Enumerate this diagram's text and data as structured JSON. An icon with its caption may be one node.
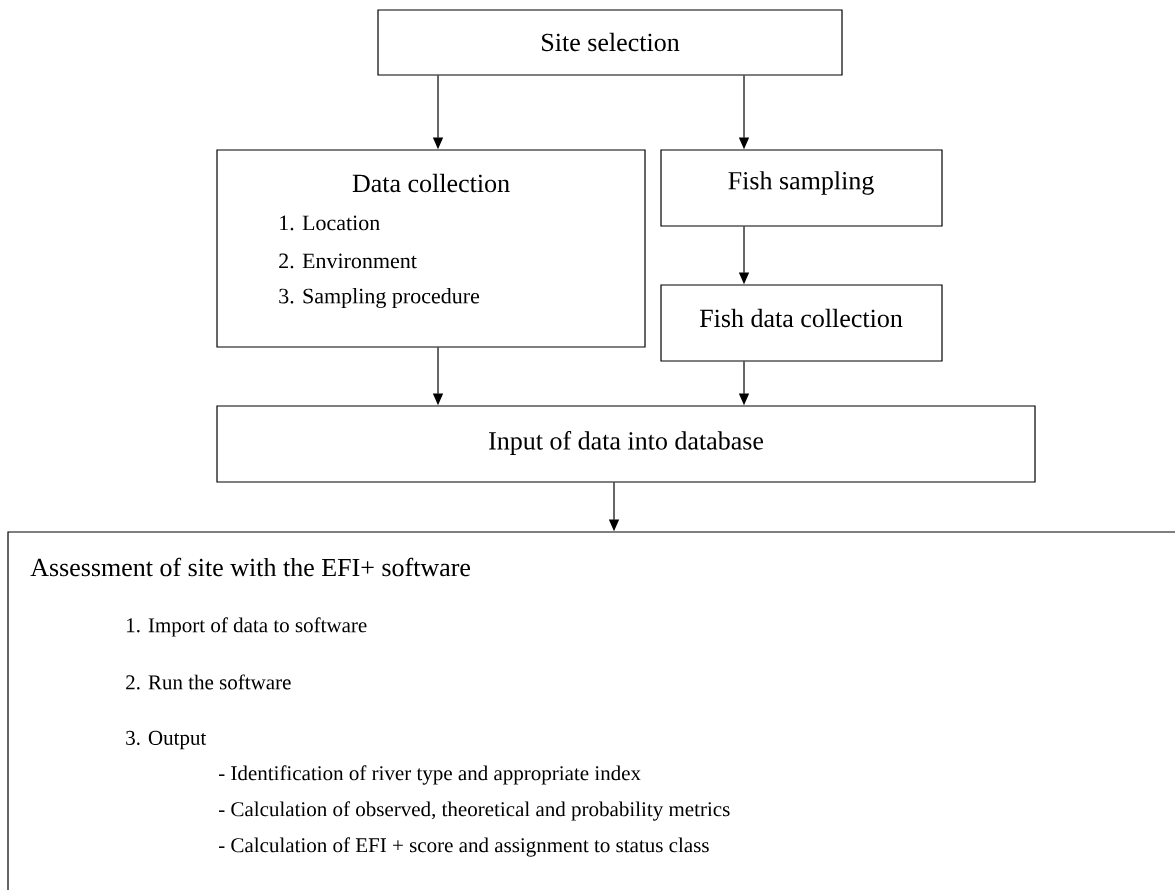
{
  "diagram": {
    "nodes": [
      {
        "text": [
          "Site selection"
        ]
      },
      {
        "text": [
          "Data collection",
          "1. Location",
          "2. Environment",
          "3. Sampling procedure"
        ]
      },
      {
        "text": [
          "Fish sampling"
        ]
      },
      {
        "text": [
          "Fish data collection"
        ]
      },
      {
        "text": [
          "Input of data into database"
        ]
      },
      {
        "text": [
          "Assessment of site with the EFI+ software",
          "1. Import of data to software",
          "2. Run the software",
          "3. Output",
          "- Identification of river type and appropriate index",
          "- Calculation of observed, theoretical and probability metrics",
          "- Calculation of EFI + score and assignment to status class"
        ]
      }
    ],
    "edges": [
      {
        "from": 0,
        "to": 1,
        "arrow": "to"
      },
      {
        "from": 0,
        "to": 2,
        "arrow": "to"
      },
      {
        "from": 2,
        "to": 3,
        "arrow": "to"
      },
      {
        "from": 1,
        "to": 4,
        "arrow": "to"
      },
      {
        "from": 3,
        "to": 4,
        "arrow": "to"
      },
      {
        "from": 4,
        "to": 5,
        "arrow": "to"
      }
    ]
  }
}
